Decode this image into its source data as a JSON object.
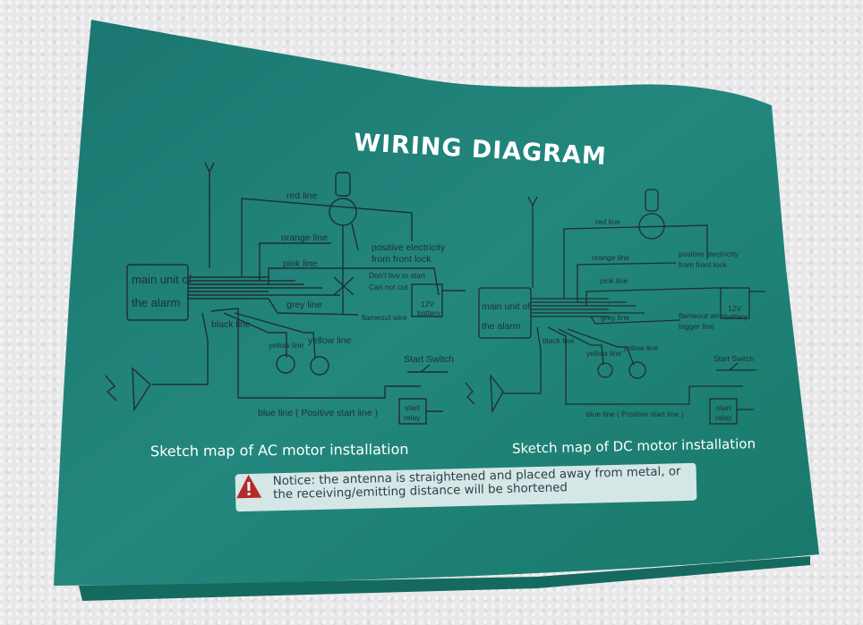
{
  "title": "WIRING DIAGRAM",
  "ac": {
    "caption": "Sketch map of AC motor installation",
    "main_unit": [
      "main unit of",
      "the alarm"
    ],
    "labels": {
      "red": "red line",
      "orange": "orange line",
      "positive": [
        "positive electricity",
        "from front lock"
      ],
      "pink": "pink line",
      "dont_live": [
        "Don't live to start",
        "Can not cut"
      ],
      "grey": "grey line",
      "flameout": "flameout wire",
      "battery": [
        "12V",
        "battery"
      ],
      "black": "black line",
      "yellow1": "yellow line",
      "yellow2": "yellow line",
      "start_switch": "Start Switch",
      "start_relay": [
        "start",
        "relay"
      ],
      "blue": "blue line ( Positive start line )"
    }
  },
  "dc": {
    "caption": "Sketch map of DC motor installation",
    "main_unit": [
      "main unit of",
      "the alarm"
    ],
    "labels": {
      "red": "red line",
      "orange": "orange line",
      "positive": [
        "positive electricity",
        "from front lock"
      ],
      "pink": "pink line",
      "grey": "grey line",
      "flameout": [
        "flameout wire",
        "trigger line"
      ],
      "battery": [
        "12V",
        "battery"
      ],
      "black": "black line",
      "yellow1": "yellow line",
      "yellow2": "yellow line",
      "start_switch": "Start Switch",
      "start_relay": [
        "start",
        "relay"
      ],
      "blue": "blue line ( Positive start line )"
    }
  },
  "notice": {
    "text": "Notice: the antenna is straightened and placed away from metal, or the receiving/emitting distance will be shortened"
  },
  "colors": {
    "sheet": "#1f7f76",
    "sheet_dark": "#16685f",
    "ink": "#1f2f33",
    "notice_bg": "#d4e7e6",
    "warning": "#b42a2a"
  }
}
